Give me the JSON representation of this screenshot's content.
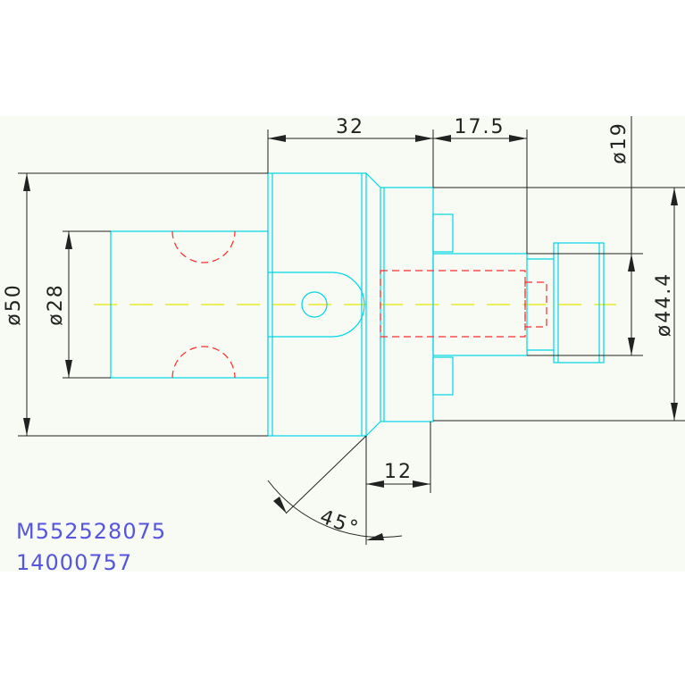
{
  "drawing": {
    "background": "#f7fbf3",
    "colors": {
      "outline": "#00d5e6",
      "hidden": "#ff2b2b",
      "center": "#e6e600",
      "dimension": "#222222",
      "partno": "#5555dd"
    }
  },
  "dimensions": {
    "d_50": "ø50",
    "d_28": "ø28",
    "len_32": "32",
    "len_17_5": "17.5",
    "d_19": "ø19",
    "d_44_4": "ø44.4",
    "len_12": "12",
    "angle_45": "45°"
  },
  "part_numbers": {
    "line1": "M552528075",
    "line2": "14000757"
  }
}
